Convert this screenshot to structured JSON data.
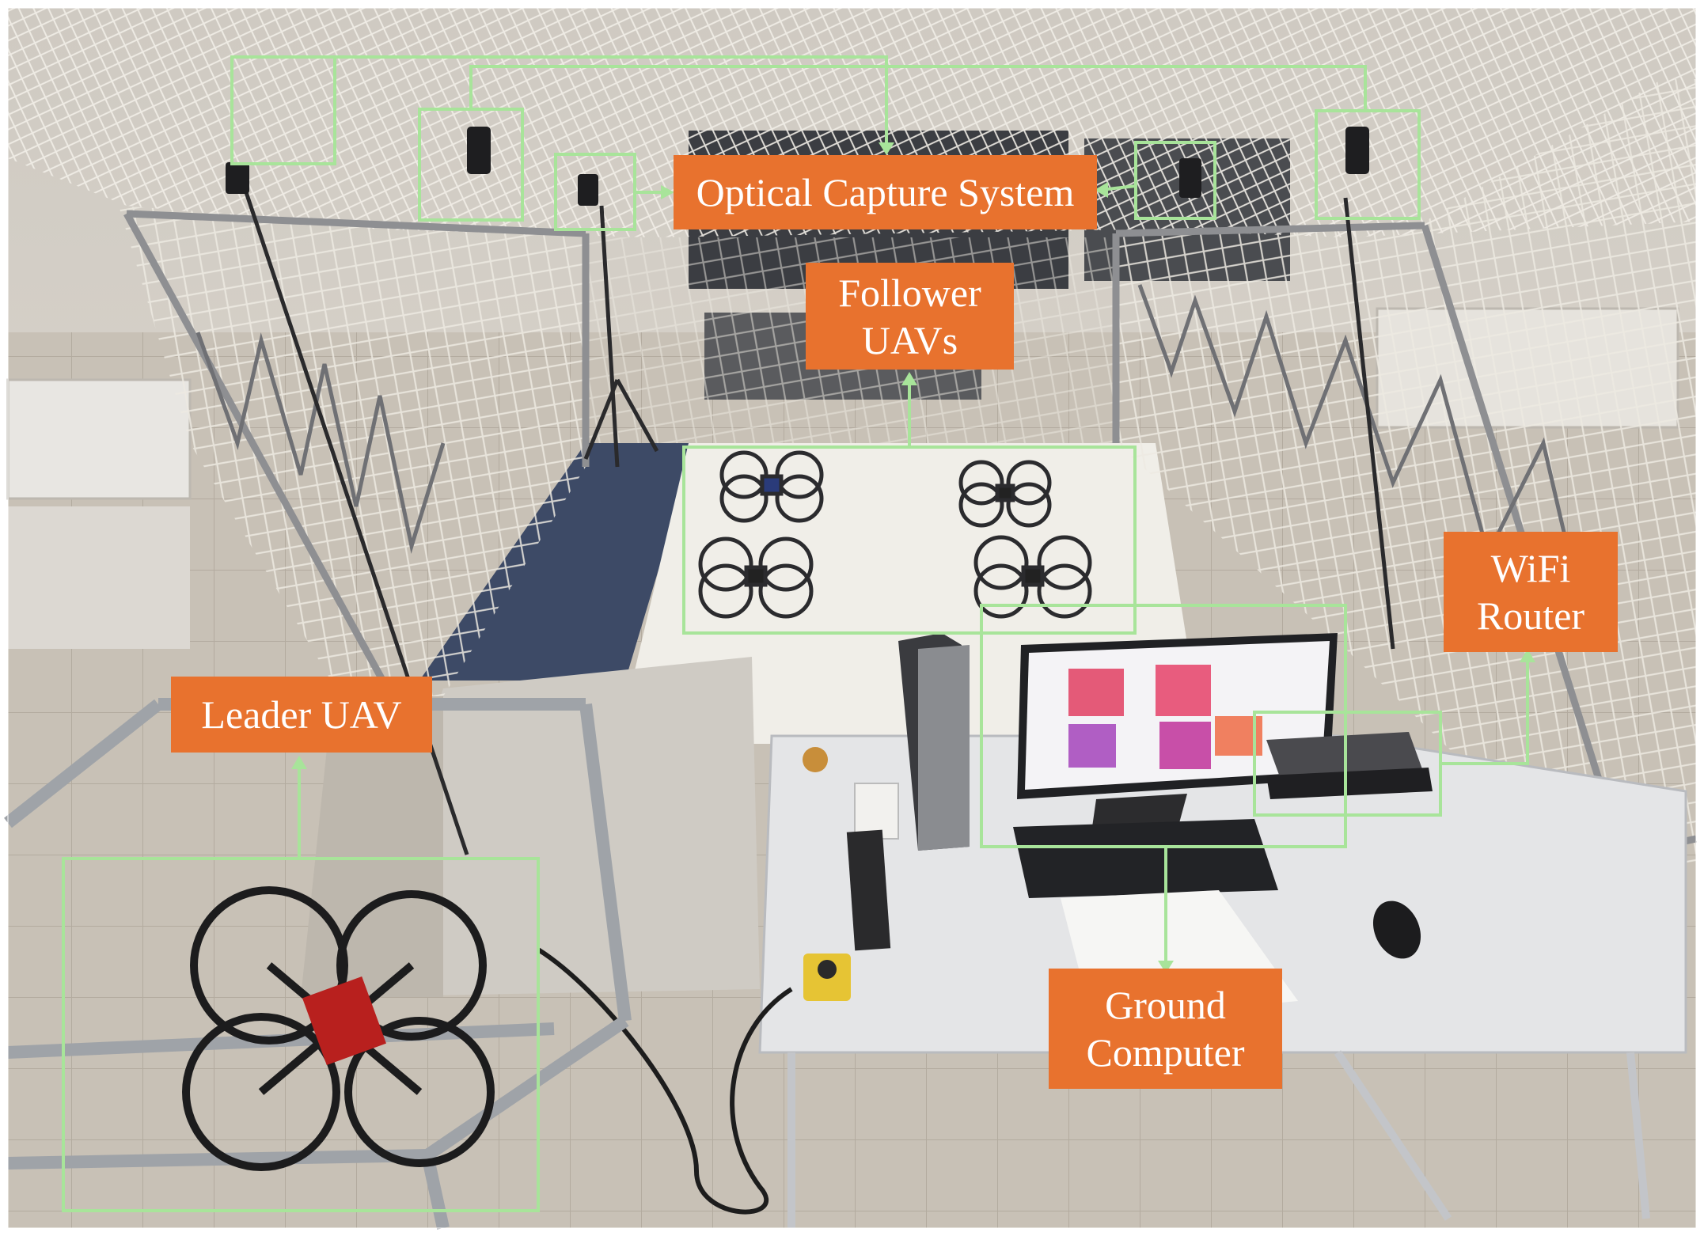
{
  "annotations": {
    "optical_capture_system": "Optical Capture System",
    "follower_uavs": "Follower\nUAVs",
    "leader_uav": "Leader UAV",
    "wifi_router": "WiFi\nRouter",
    "ground_computer": "Ground\nComputer"
  },
  "colors": {
    "label_background": "#e8722e",
    "label_text": "#ffffff",
    "highlight_box": "#a8e49a"
  }
}
